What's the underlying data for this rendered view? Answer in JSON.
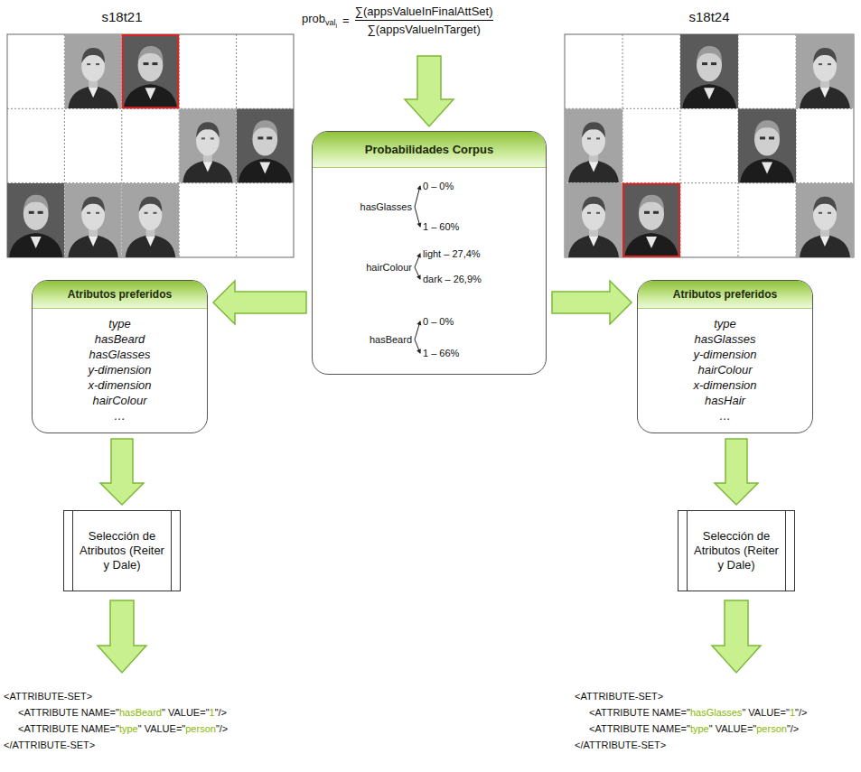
{
  "diagram": {
    "nodes": [
      {
        "text": [
          "Probabilidades Corpus",
          "hasGlasses",
          "0 – 0%",
          "1 – 60%",
          "hairColour",
          "light – 27,4%",
          "dark – 26,9%",
          "hasBeard",
          "0 – 0%",
          "1 – 66%"
        ]
      },
      {
        "text": [
          "Atributos preferidos",
          "type",
          "hasBeard",
          "hasGlasses",
          "y-dimension",
          "x-dimension",
          "hairColour",
          "…"
        ]
      },
      {
        "text": [
          "Atributos preferidos",
          "type",
          "hasGlasses",
          "y-dimension",
          "hairColour",
          "x-dimension",
          "hasHair",
          "…"
        ]
      },
      {
        "text": [
          "Selección de Atributos (Reiter y Dale)"
        ]
      },
      {
        "text": [
          "Selección de Atributos (Reiter y Dale)"
        ]
      }
    ],
    "edges": [
      {
        "from": 0,
        "to": 1,
        "arrow": "to"
      },
      {
        "from": 0,
        "to": 2,
        "arrow": "to"
      },
      {
        "from": 1,
        "to": 3,
        "arrow": "to"
      },
      {
        "from": 2,
        "to": 4,
        "arrow": "to"
      }
    ],
    "labels": [
      "prob",
      "val",
      "i",
      "=",
      "∑(appsValueInFinalAttSet)",
      "∑(appsValueInTarget)",
      "s18t21",
      "s18t24",
      "<ATTRIBUTE-SET>",
      "<ATTRIBUTE NAME=\"",
      "hasBeard",
      "\" VALUE=\"",
      "1",
      "\"/>",
      "<ATTRIBUTE NAME=\"",
      "type",
      "\" VALUE=\"",
      "person",
      "\"/>",
      "</ATTRIBUTE-SET>",
      "<ATTRIBUTE-SET>",
      "<ATTRIBUTE NAME=\"",
      "hasGlasses",
      "\" VALUE=\"",
      "1",
      "\"/>",
      "<ATTRIBUTE NAME=\"",
      "type",
      "\" VALUE=\"",
      "person",
      "\"/>",
      "</ATTRIBUTE-SET>"
    ]
  }
}
